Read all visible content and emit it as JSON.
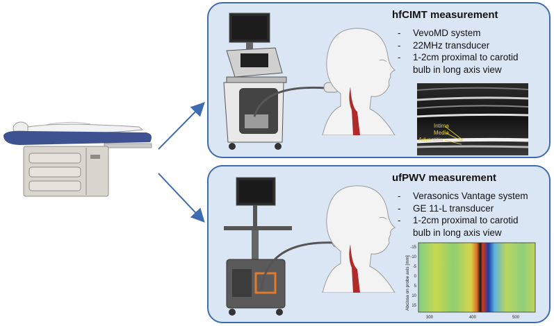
{
  "panels": {
    "hfcimt": {
      "title": "hfCIMT measurement",
      "bullets": [
        "VevoMD system",
        "22MHz transducer",
        "1-2cm proximal to carotid",
        "bulb in long axis view"
      ],
      "ultrasound_labels": {
        "intima": "Intima",
        "media": "Media",
        "adventitia": "Adventitia"
      }
    },
    "ufpwv": {
      "title": "ufPWV measurement",
      "bullets": [
        "Verasonics Vantage system",
        "GE 11-L transducer",
        "1-2cm proximal to carotid",
        "bulb in long axis view"
      ],
      "heatmap": {
        "ylabel": "Abcissa on probe axis [mm]",
        "yticks": [
          "-15",
          "-10",
          "-5",
          "0",
          "5",
          "10",
          "15"
        ],
        "xticks": [
          "300",
          "400",
          "500"
        ]
      }
    }
  },
  "bullet_marker": "-",
  "colors": {
    "panel_fill": "#dbe6f4",
    "panel_border": "#3f6bb0",
    "arrow": "#3f6bb0",
    "artery": "#b02a2a",
    "label_yellow": "#e8d23a"
  },
  "icons": [
    "patient-on-bed-icon",
    "ultrasound-machine-icon",
    "head-profile-icon",
    "ultrasound-image",
    "velocity-heatmap-image"
  ]
}
